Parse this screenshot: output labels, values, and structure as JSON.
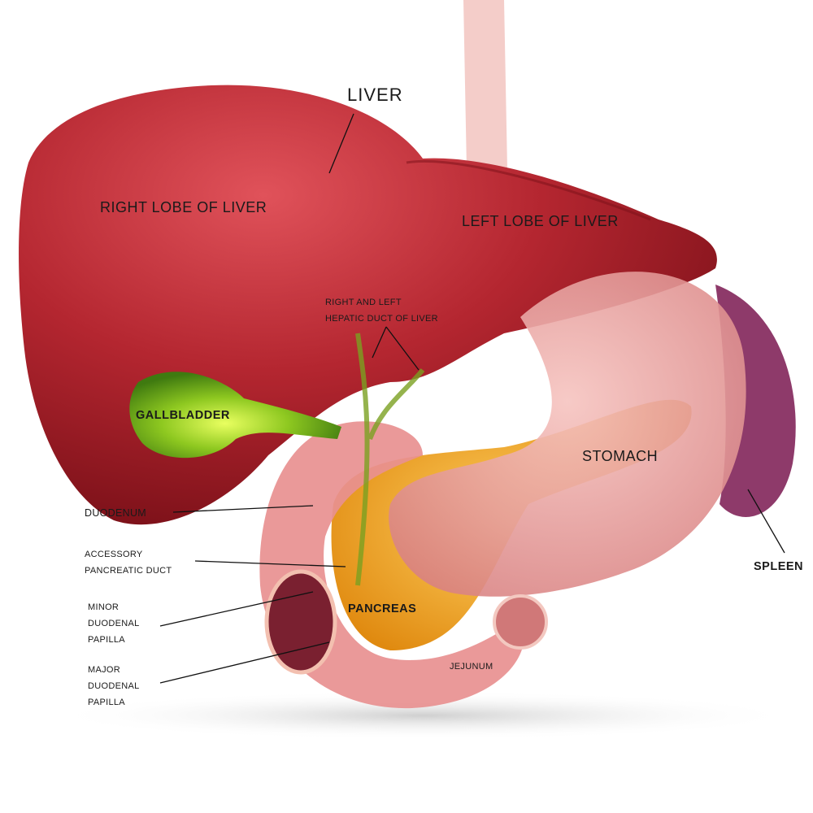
{
  "title": "Liver, gallbladder, pancreas, stomach and spleen anatomy",
  "labels": {
    "liver": "LIVER",
    "right_lobe": "RIGHT LOBE OF LIVER",
    "left_lobe": "LEFT LOBE OF LIVER",
    "hepatic_duct_line1": "RIGHT AND LEFT",
    "hepatic_duct_line2": "HEPATIC DUCT OF LIVER",
    "gallbladder": "GALLBLADDER",
    "stomach": "STOMACH",
    "duodenum": "DUODENUM",
    "accessory_line1": "ACCESSORY",
    "accessory_line2": "PANCREATIC DUCT",
    "minor_line1": "MINOR",
    "minor_line2": "DUODENAL",
    "minor_line3": "PAPILLA",
    "major_line1": "MAJOR",
    "major_line2": "DUODENAL",
    "major_line3": "PAPILLA",
    "pancreas": "PANCREAS",
    "jejunum": "JEJUNUM",
    "spleen": "SPLEEN"
  },
  "colors": {
    "liver": "#9e1c24",
    "gallbladder": "#6fb01a",
    "stomach": "#e8a0a0",
    "pancreas": "#e8a020",
    "spleen": "#8e3a6a"
  }
}
